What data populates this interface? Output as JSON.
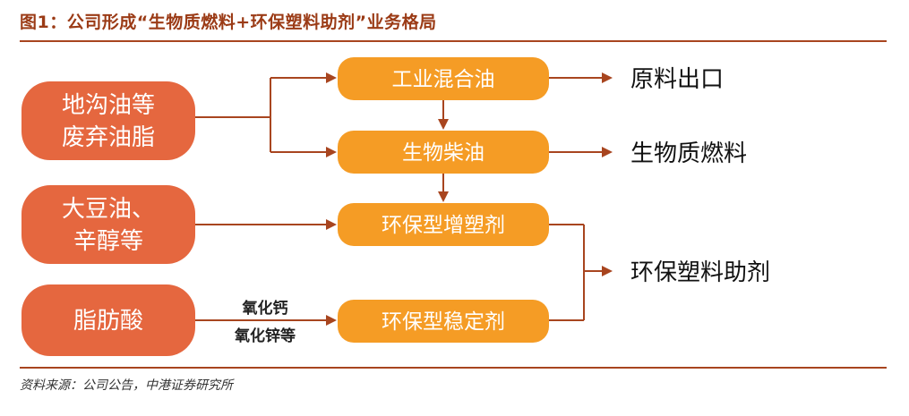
{
  "title": "图1：公司形成“生物质燃料+环保塑料助剂”业务格局",
  "source": "资料来源：公司公告，中港证券研究所",
  "sources": {
    "waste_oil": {
      "line1": "地沟油等",
      "line2": "废弃油脂"
    },
    "soy_oil": {
      "line1": "大豆油、",
      "line2": "辛醇等"
    },
    "fatty_acid": {
      "line1": "脂肪酸"
    }
  },
  "intermediates": {
    "mixed_oil": "工业混合油",
    "biodiesel": "生物柴油",
    "plasticizer": "环保型增塑剂",
    "stabilizer": "环保型稳定剂"
  },
  "outputs": {
    "export": "原料出口",
    "biofuel": "生物质燃料",
    "additive": "环保塑料助剂"
  },
  "edge_labels": {
    "line1": "氧化钙",
    "line2": "氧化锌等"
  },
  "colors": {
    "source_node": "#e5673f",
    "intermediate_node": "#f59c25",
    "connector": "#a8451f"
  }
}
